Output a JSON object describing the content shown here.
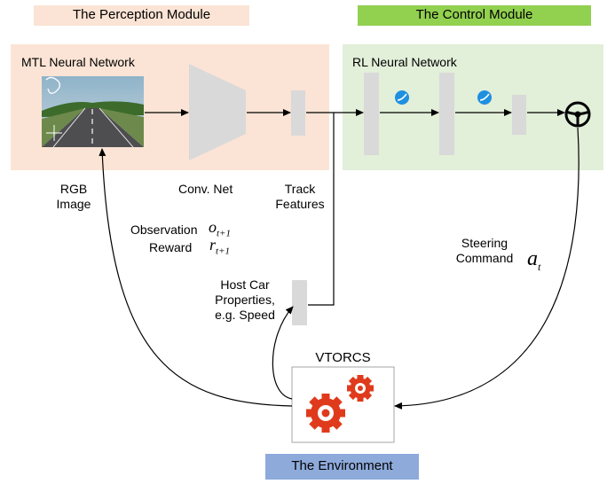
{
  "headers": {
    "perception": "The Perception Module",
    "control": "The Control Module",
    "environment": "The Environment"
  },
  "perception": {
    "network_title": "MTL Neural Network",
    "rgb_label_1": "RGB",
    "rgb_label_2": "Image",
    "conv_label": "Conv. Net",
    "track_label_1": "Track",
    "track_label_2": "Features"
  },
  "control": {
    "network_title": "RL Neural Network"
  },
  "signals": {
    "observation": "Observation",
    "reward": "Reward",
    "obs_symbol": "o",
    "obs_sub": "t+1",
    "rew_symbol": "r",
    "rew_sub": "t+1",
    "steering_1": "Steering",
    "steering_2": "Command",
    "action_symbol": "a",
    "action_sub": "t",
    "host_1": "Host Car",
    "host_2": "Properties,",
    "host_3": "e.g. Speed"
  },
  "environment": {
    "title": "VTORCS"
  },
  "colors": {
    "perception_bg": "#fbe4d5",
    "control_bg": "#e2efd9",
    "control_header": "#92d050",
    "environment_header": "#8eaadb",
    "node_fill": "#d9d9d9",
    "gear_red": "#e03a1c",
    "activation_blue": "#1f8fe0"
  }
}
